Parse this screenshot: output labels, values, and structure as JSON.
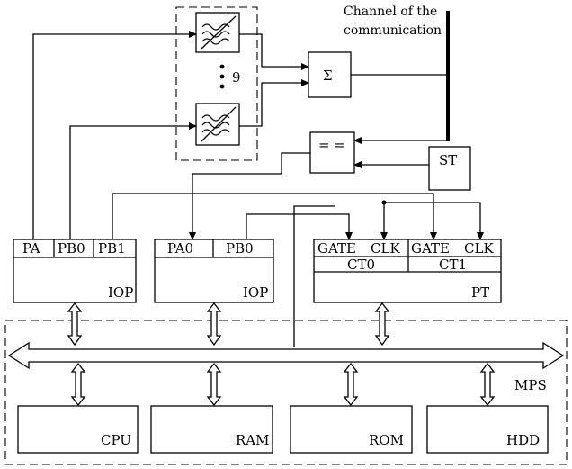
{
  "channel": {
    "line1": "Channel of the",
    "line2": "communication"
  },
  "filters": {
    "count_label": "9"
  },
  "adder": {
    "symbol": "Σ"
  },
  "comparator": {
    "symbol": "= ="
  },
  "st": {
    "label": "ST"
  },
  "iop1": {
    "ports": [
      "PA",
      "PB0",
      "PB1"
    ],
    "name": "IOP"
  },
  "iop2": {
    "ports": [
      "PA0",
      "PB0"
    ],
    "name": "IOP"
  },
  "pt": {
    "pins": [
      "GATE",
      "CLK",
      "GATE",
      "CLK"
    ],
    "counters": [
      "CT0",
      "CT1"
    ],
    "name": "PT"
  },
  "system": {
    "name": "MPS"
  },
  "modules": [
    "CPU",
    "RAM",
    "ROM",
    "HDD"
  ]
}
